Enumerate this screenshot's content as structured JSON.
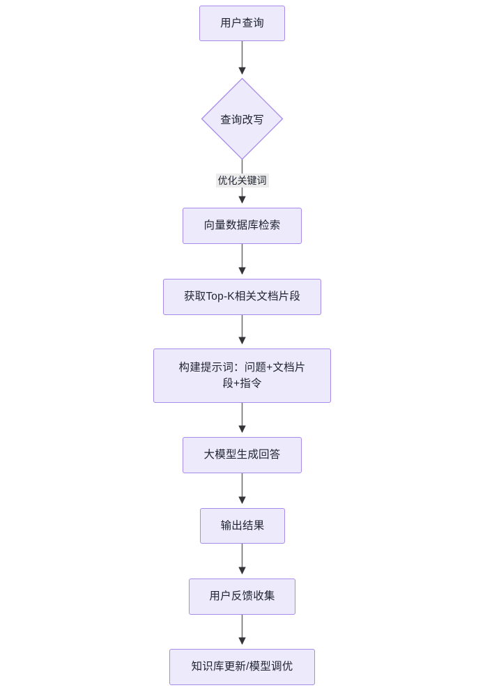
{
  "diagram": {
    "type": "flowchart",
    "orientation": "top-to-bottom",
    "title": "",
    "colors": {
      "node_fill": "#ECEAFB",
      "node_border": "#A689E8",
      "edge_line": "#6b6b70",
      "arrowhead": "#333338",
      "edge_label_background": "#ECECEC",
      "text": "#1f2330",
      "canvas_background": "#FFFFFF"
    },
    "nodes": [
      {
        "id": "n1",
        "shape": "rect",
        "label": "用户查询"
      },
      {
        "id": "n2",
        "shape": "diamond",
        "label": "查询改写"
      },
      {
        "id": "n3",
        "shape": "rect",
        "label": "向量数据库检索"
      },
      {
        "id": "n4",
        "shape": "rect",
        "label": "获取Top-K相关文档片段"
      },
      {
        "id": "n5",
        "shape": "rect",
        "label": "构建提示词：问题+文档片\n段+指令"
      },
      {
        "id": "n6",
        "shape": "rect",
        "label": "大模型生成回答"
      },
      {
        "id": "n7",
        "shape": "rect",
        "label": "输出结果"
      },
      {
        "id": "n8",
        "shape": "rect",
        "label": "用户反馈收集"
      },
      {
        "id": "n9",
        "shape": "rect",
        "label": "知识库更新/模型调优"
      }
    ],
    "edges": [
      {
        "from": "n1",
        "to": "n2",
        "label": ""
      },
      {
        "from": "n2",
        "to": "n3",
        "label": "优化关键词"
      },
      {
        "from": "n3",
        "to": "n4",
        "label": ""
      },
      {
        "from": "n4",
        "to": "n5",
        "label": ""
      },
      {
        "from": "n5",
        "to": "n6",
        "label": ""
      },
      {
        "from": "n6",
        "to": "n7",
        "label": ""
      },
      {
        "from": "n7",
        "to": "n8",
        "label": ""
      },
      {
        "from": "n8",
        "to": "n9",
        "label": ""
      }
    ]
  }
}
